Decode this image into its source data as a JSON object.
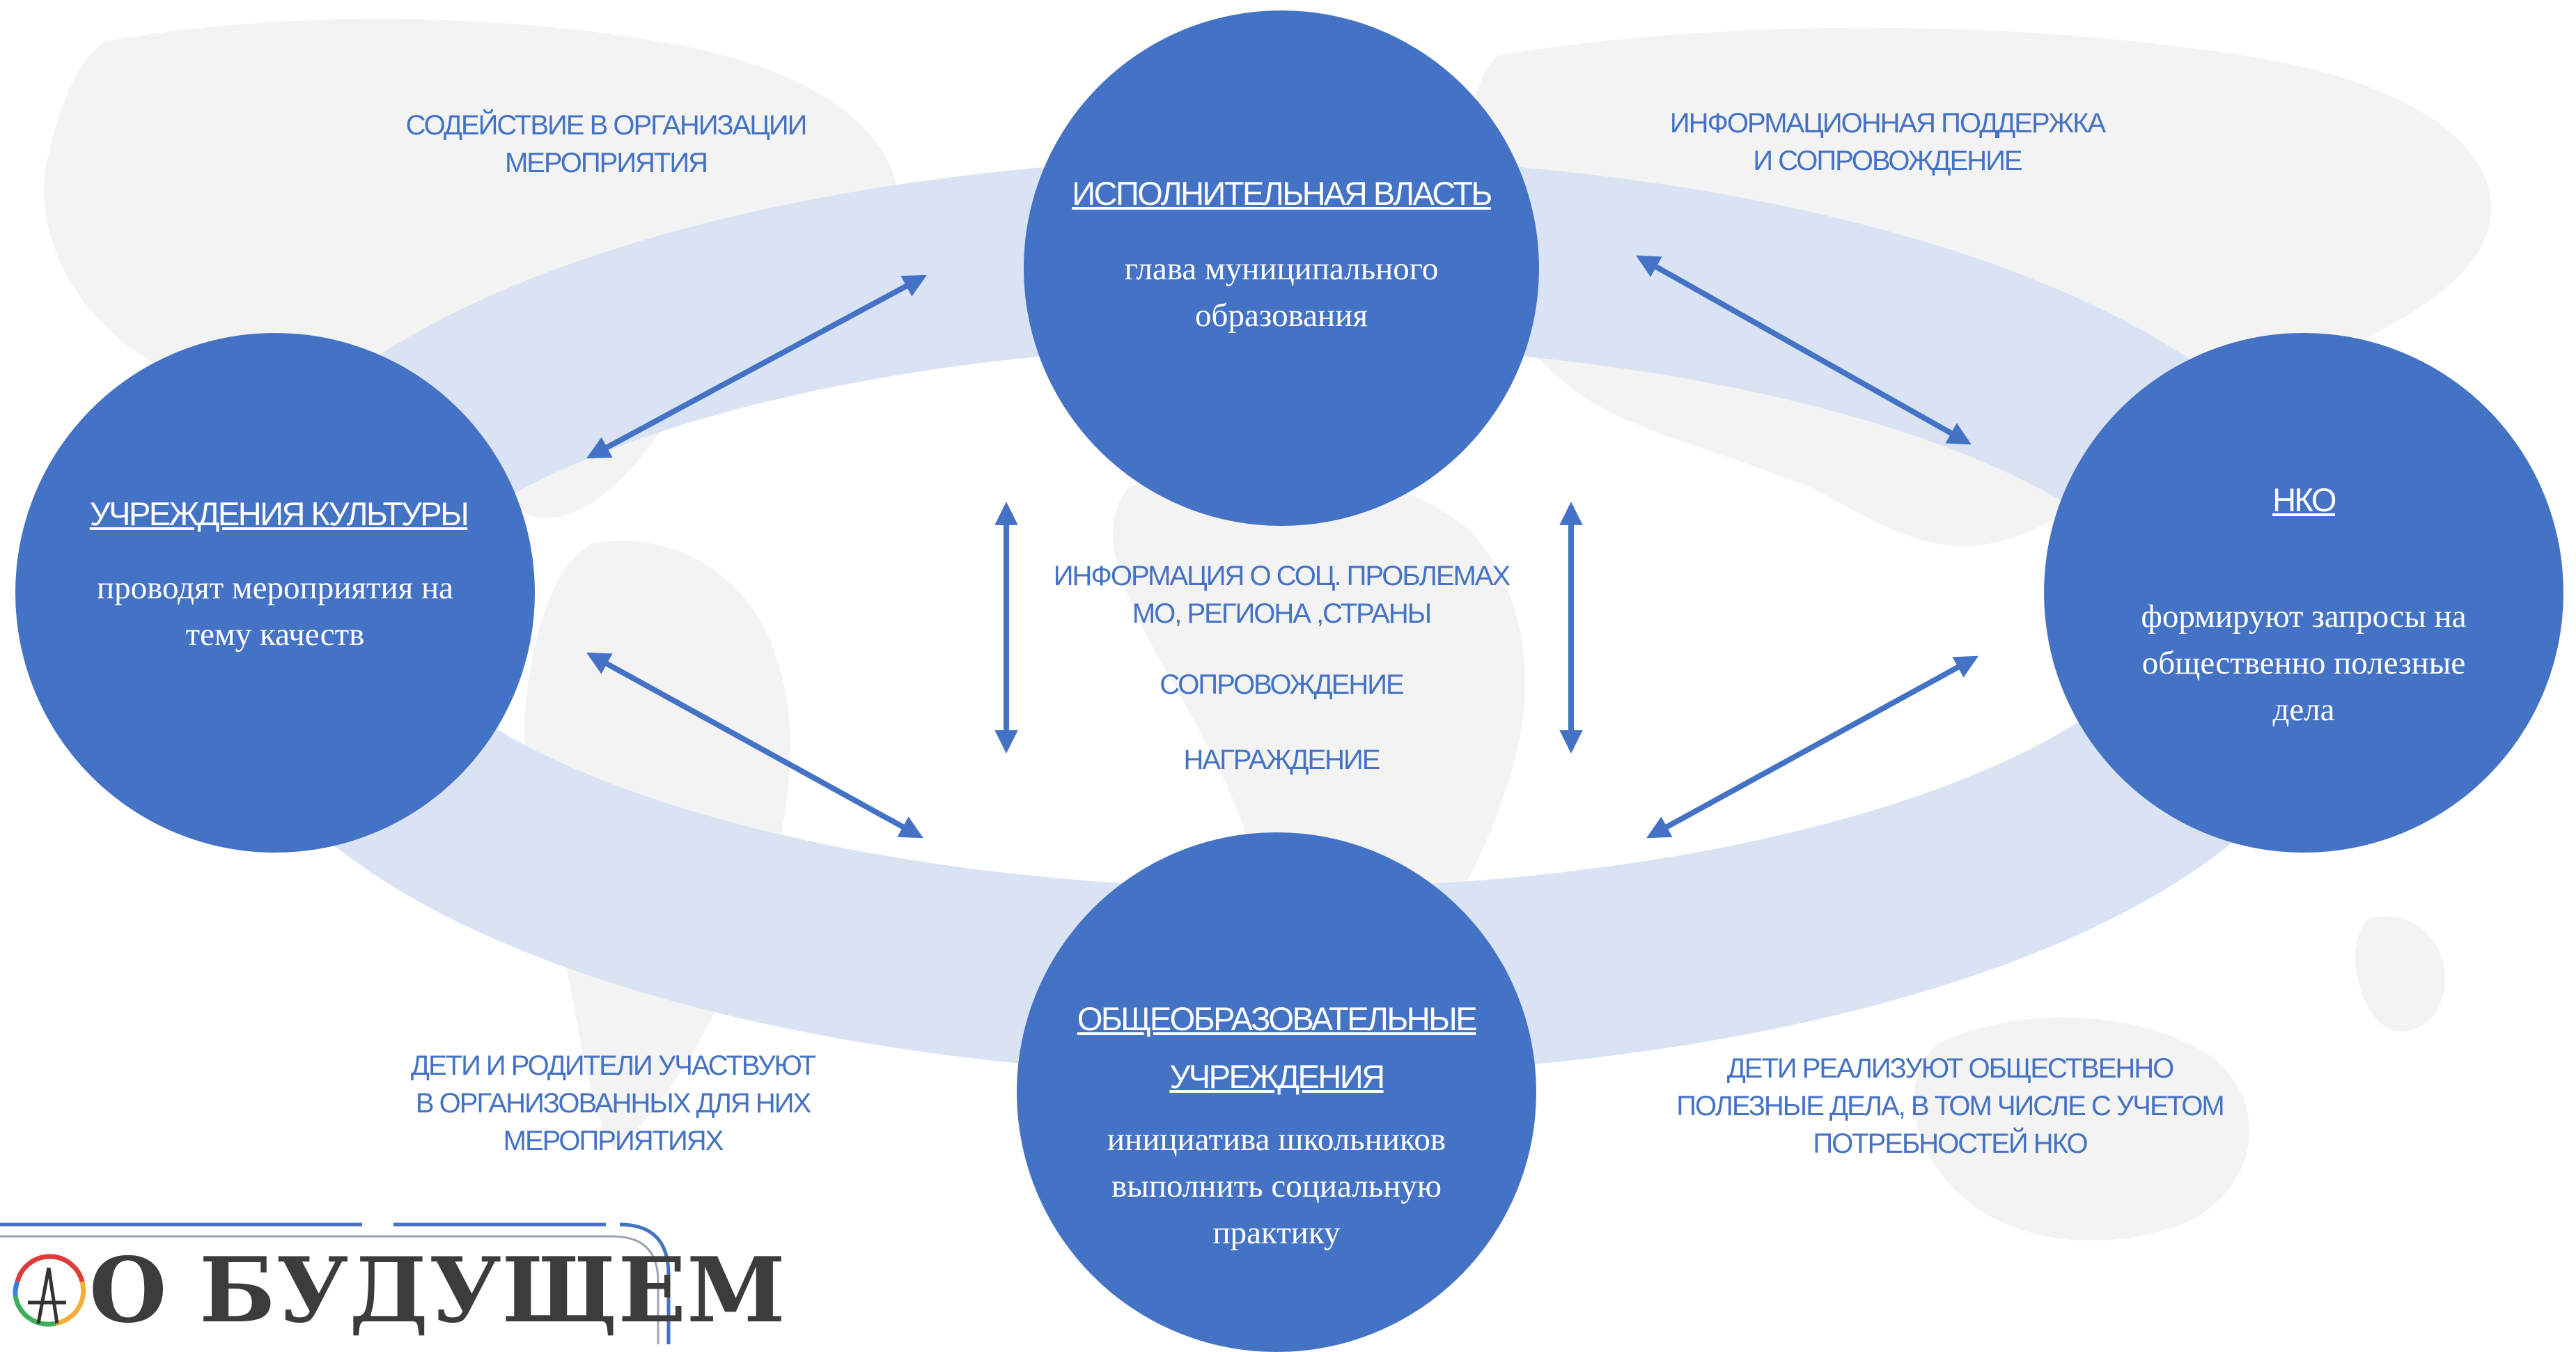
{
  "colors": {
    "node": "#4472c4",
    "ring": "#dae3f3",
    "arrow": "#4472c4",
    "label": "#4472c4",
    "map": "#f2f2f2"
  },
  "nodes": {
    "executive": {
      "title": "ИСПОЛНИТЕЛЬНАЯ ВЛАСТЬ",
      "desc": [
        "глава муниципального",
        "образования"
      ]
    },
    "culture": {
      "title": "УЧРЕЖДЕНИЯ КУЛЬТУРЫ",
      "desc": [
        "проводят мероприятия на",
        "тему качеств"
      ]
    },
    "nko": {
      "title": "НКО",
      "desc": [
        "формируют запросы на",
        "общественно полезные",
        "дела"
      ]
    },
    "schools": {
      "title": [
        "ОБЩЕОБРАЗОВАТЕЛЬНЫЕ",
        "УЧРЕЖДЕНИЯ"
      ],
      "desc": [
        "инициатива школьников",
        "выполнить социальную",
        "практику"
      ]
    }
  },
  "labels": {
    "top_left": [
      "СОДЕЙСТВИЕ В ОРГАНИЗАЦИИ",
      "МЕРОПРИЯТИЯ"
    ],
    "top_right": [
      "ИНФОРМАЦИОННАЯ ПОДДЕРЖКА",
      "И СОПРОВОЖДЕНИЕ"
    ],
    "center": [
      "ИНФОРМАЦИЯ О СОЦ. ПРОБЛЕМАХ",
      "МО, РЕГИОНА ,СТРАНЫ",
      "СОПРОВОЖДЕНИЕ",
      "НАГРАЖДЕНИЕ"
    ],
    "bottom_left": [
      "ДЕТИ И РОДИТЕЛИ УЧАСТВУЮТ",
      "В ОРГАНИЗОВАННЫХ ДЛЯ НИХ",
      "МЕРОПРИЯТИЯХ"
    ],
    "bottom_right": [
      "ДЕТИ РЕАЛИЗУЮТ ОБЩЕСТВЕННО",
      "ПОЛЕЗНЫЕ ДЕЛА, В ТОМ ЧИСЛЕ С УЧЕТОМ",
      "ПОТРЕБНОСТЕЙ НКО"
    ]
  },
  "logo": {
    "text": "О БУДУЩЕМ"
  }
}
